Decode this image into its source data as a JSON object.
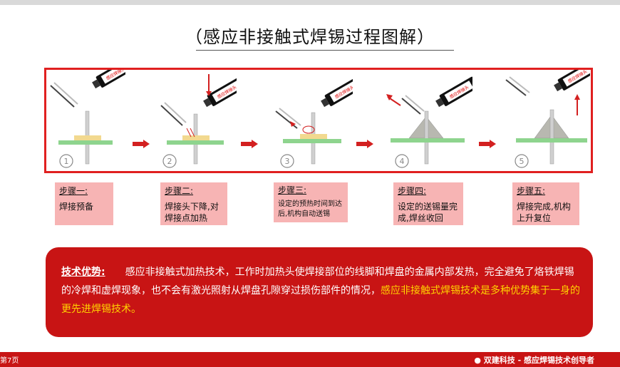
{
  "title": "（感应非接触式焊锡过程图解）",
  "tool_label": "感应焊接头",
  "step_numbers": [
    "1",
    "2",
    "3",
    "4",
    "5"
  ],
  "steps": [
    {
      "title": "步骤一:",
      "desc": "焊接预备"
    },
    {
      "title": "步骤二:",
      "desc": "焊接头下降,对焊接点加热"
    },
    {
      "title": "步骤三:",
      "desc": "设定的预热时间到达后,机构自动送锡"
    },
    {
      "title": "步骤四:",
      "desc": "设定的送锡量完成,焊丝收回"
    },
    {
      "title": "步骤五:",
      "desc": "焊接完成,机构上升复位"
    }
  ],
  "advantage": {
    "label": "技术优势:",
    "text": "感应非接触式加热技术，工作时加热头使焊接部位的线脚和焊盘的金属内部发热，完全避免了烙铁焊锡的冷焊和虚焊现象，也不会有激光照射从焊盘孔隙穿过损伤部件的情况，",
    "highlight": "感应非接触式焊锡技术是多种优势集于一身的更先进焊锡技术。"
  },
  "footer": {
    "page": "第7页",
    "brand": "● 双建科技 - 感应焊锡技术创导者"
  },
  "colors": {
    "accent": "#c81414",
    "step_bg": "#f7b4b4",
    "highlight": "#ffd200",
    "pcb": "#8ed48e"
  }
}
